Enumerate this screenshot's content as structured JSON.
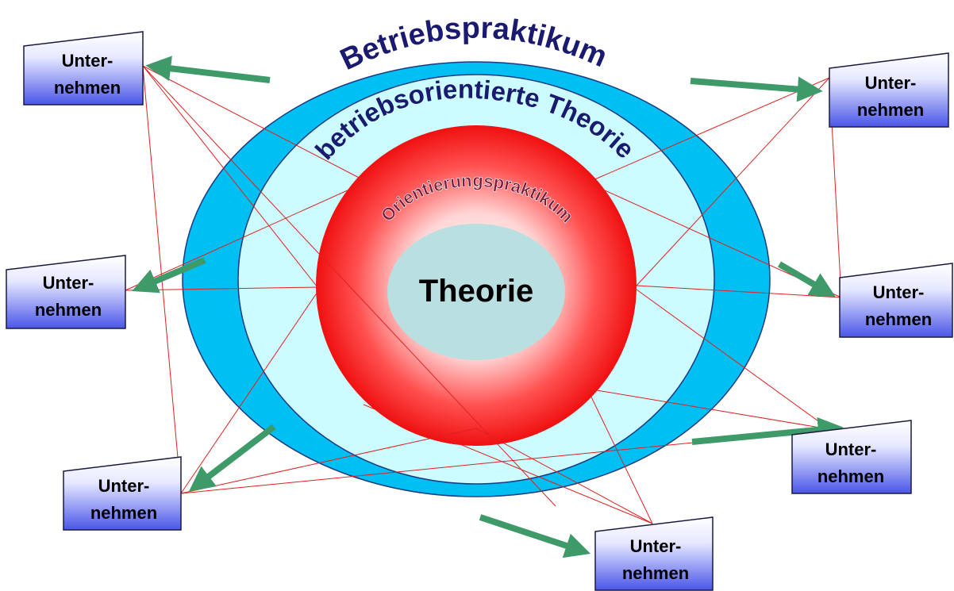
{
  "rings": {
    "outer": {
      "label": "Betriebspraktikum",
      "fill": "#00bff3",
      "text_color": "#1a1a6e"
    },
    "middle": {
      "label": "betriebsorientierte Theorie",
      "fill": "#ccfcff",
      "text_color": "#1a1a6e"
    },
    "inner": {
      "label": "Orientierungspraktikum",
      "fill": "#ff1a1a",
      "text_color": "#7a1a3a"
    },
    "core": {
      "label": "Theorie",
      "fill": "#b9dfe0"
    }
  },
  "companies": [
    {
      "line1": "Unter-",
      "line2": "nehmen"
    },
    {
      "line1": "Unter-",
      "line2": "nehmen"
    },
    {
      "line1": "Unter-",
      "line2": "nehmen"
    },
    {
      "line1": "Unter-",
      "line2": "nehmen"
    },
    {
      "line1": "Unter-",
      "line2": "nehmen"
    },
    {
      "line1": "Unter-",
      "line2": "nehmen"
    },
    {
      "line1": "Unter-",
      "line2": "nehmen"
    }
  ],
  "colors": {
    "arrow": "#3f9a6a",
    "connector": "#e02020",
    "box_top": "#ffffff",
    "box_bottom": "#4a56e8"
  }
}
